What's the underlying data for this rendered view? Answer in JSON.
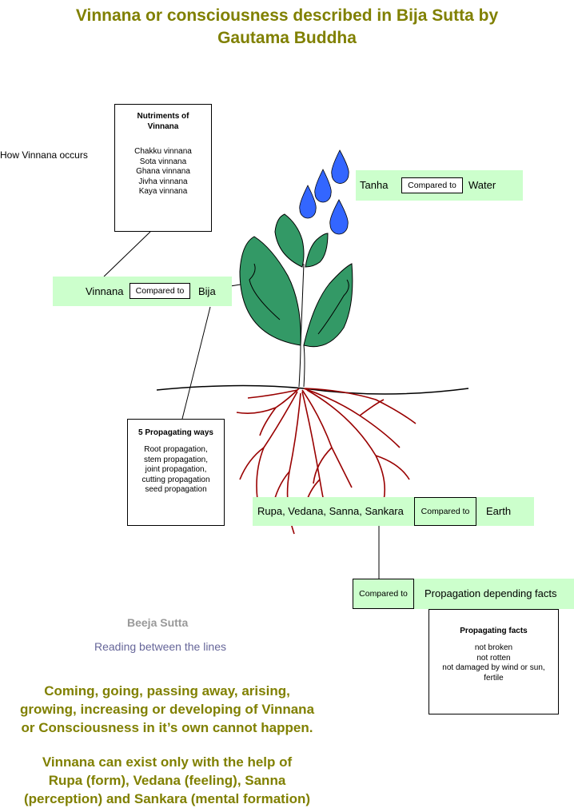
{
  "title": {
    "line1": "Vinnana or consciousness described in Bija Sutta by",
    "line2": "Gautama Buddha"
  },
  "side_label": "How Vinnana occurs",
  "nutriments_box": {
    "heading_line1": "Nutriments of",
    "heading_line2": "Vinnana",
    "items": [
      "Chakku vinnana",
      "Sota vinnana",
      "Ghana vinnana",
      "Jivha vinnana",
      "Kaya vinnana"
    ]
  },
  "tanha_row": {
    "left": "Tanha",
    "compare": "Compared to",
    "right": "Water"
  },
  "vinnana_row": {
    "left": "Vinnana",
    "compare": "Compared to",
    "right": "Bija"
  },
  "propagating_ways_box": {
    "heading": "5 Propagating ways",
    "items": [
      "Root propagation,",
      "stem propagation,",
      "joint propagation,",
      "cutting propagation",
      "seed propagation"
    ]
  },
  "rupa_row": {
    "left": "Rupa, Vedana, Sanna, Sankara",
    "compare": "Compared to",
    "right": "Earth"
  },
  "propagation_row": {
    "compare": "Compared to",
    "right": "Propagation depending facts"
  },
  "propagating_facts_box": {
    "heading": "Propagating facts",
    "items": [
      "not broken",
      "not rotten",
      "not damaged by wind or sun,",
      "fertile"
    ]
  },
  "beeja": {
    "title": "Beeja Sutta",
    "subtitle": "Reading between the lines"
  },
  "paragraph1": [
    "Coming, going, passing away, arising,",
    "growing, increasing or developing of Vinnana",
    "or Consciousness in it’s own cannot happen."
  ],
  "paragraph2": [
    "Vinnana can exist only with  the help of",
    "Rupa (form), Vedana (feeling), Sanna",
    "(perception) and Sankara (mental formation)"
  ],
  "colors": {
    "title_olive": "#808000",
    "band_green": "#ccffcc",
    "leaf_green": "#339966",
    "root_red": "#990000",
    "drop_blue": "#3366ff",
    "beeja_gray": "#999999",
    "subtitle_blue": "#666699"
  }
}
